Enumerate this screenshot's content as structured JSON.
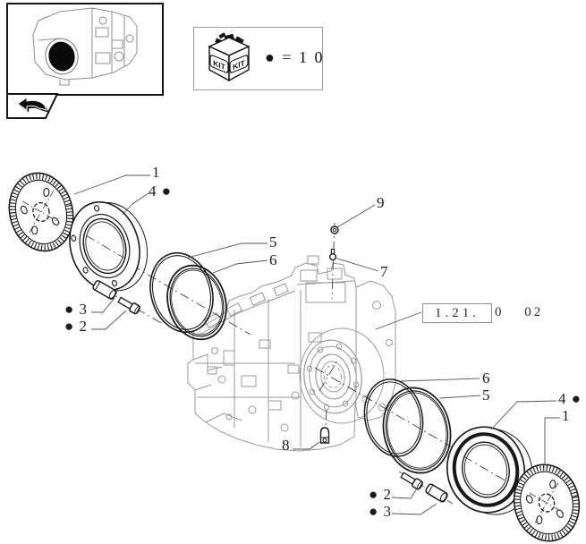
{
  "legend": {
    "kit_label": "KIT",
    "equation": "● = 1 0"
  },
  "reference": {
    "boxed": "1.21.",
    "suffix": "0 02"
  },
  "callouts": [
    {
      "id": "1-left",
      "text": "1"
    },
    {
      "id": "4-left",
      "text": "4 ●"
    },
    {
      "id": "5-left",
      "text": "5"
    },
    {
      "id": "6-left",
      "text": "6"
    },
    {
      "id": "3-left",
      "text": "● 3"
    },
    {
      "id": "2-left",
      "text": "● 2"
    },
    {
      "id": "9",
      "text": "9"
    },
    {
      "id": "7",
      "text": "7"
    },
    {
      "id": "8",
      "text": "8"
    },
    {
      "id": "6-right",
      "text": "6"
    },
    {
      "id": "5-right",
      "text": "5"
    },
    {
      "id": "4-right",
      "text": "4 ●"
    },
    {
      "id": "1-right",
      "text": "1"
    },
    {
      "id": "2-right",
      "text": "● 2"
    },
    {
      "id": "3-right",
      "text": "● 3"
    }
  ],
  "colors": {
    "part_line": "#1c1c1c",
    "housing_line": "#9a9a9a",
    "background": "#ffffff"
  }
}
